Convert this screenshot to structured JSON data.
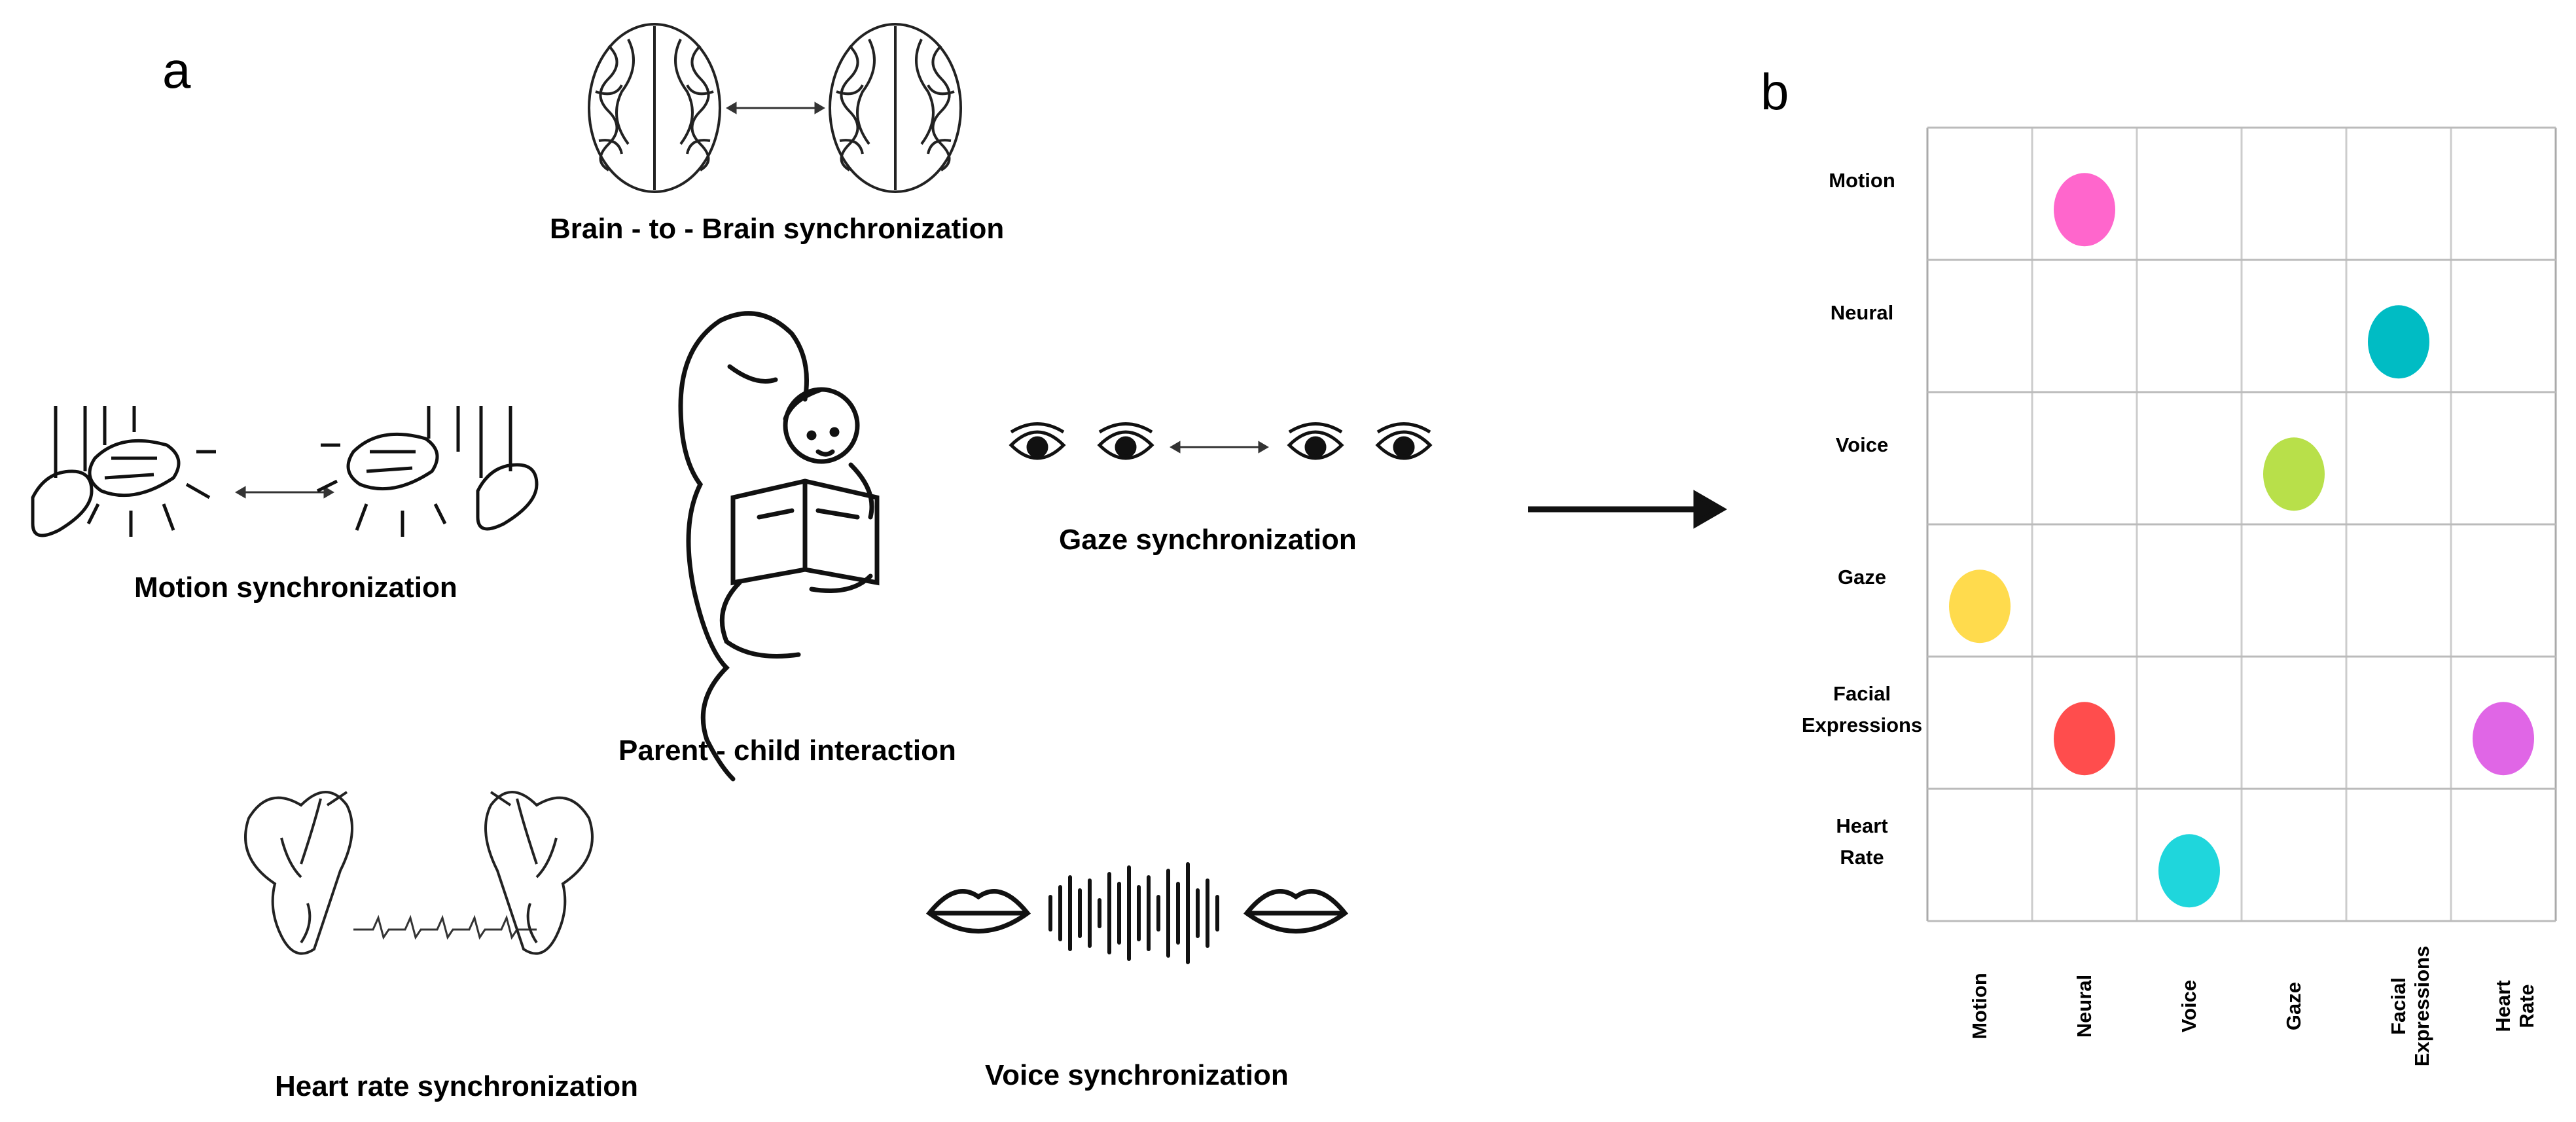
{
  "panel_a": {
    "label": "a",
    "brain": "Brain - to - Brain synchronization",
    "motion": "Motion synchronization",
    "parent": "Parent - child interaction",
    "gaze": "Gaze synchronization",
    "heart": "Heart rate synchronization",
    "voice": "Voice synchronization"
  },
  "panel_b": {
    "label": "b",
    "rows": [
      {
        "lines": [
          "Motion"
        ]
      },
      {
        "lines": [
          "Neural"
        ]
      },
      {
        "lines": [
          "Voice"
        ]
      },
      {
        "lines": [
          "Gaze"
        ]
      },
      {
        "lines": [
          "Facial",
          "Expressions"
        ]
      },
      {
        "lines": [
          "Heart",
          "Rate"
        ]
      }
    ],
    "cols": [
      {
        "lines": [
          "Motion"
        ]
      },
      {
        "lines": [
          "Neural"
        ]
      },
      {
        "lines": [
          "Voice"
        ]
      },
      {
        "lines": [
          "Gaze"
        ]
      },
      {
        "lines": [
          "Facial",
          "Expressions"
        ]
      },
      {
        "lines": [
          "Heart",
          "Rate"
        ]
      }
    ],
    "dots": [
      {
        "row": 0,
        "col": 1,
        "color": "#ff66cc"
      },
      {
        "row": 1,
        "col": 4,
        "color": "#00bcc4"
      },
      {
        "row": 2,
        "col": 3,
        "color": "#b8e04a"
      },
      {
        "row": 3,
        "col": 0,
        "color": "#ffdb4d"
      },
      {
        "row": 4,
        "col": 1,
        "color": "#ff4d4d"
      },
      {
        "row": 4,
        "col": 5,
        "color": "#e066e6"
      },
      {
        "row": 5,
        "col": 2,
        "color": "#1fd6dc"
      }
    ]
  }
}
